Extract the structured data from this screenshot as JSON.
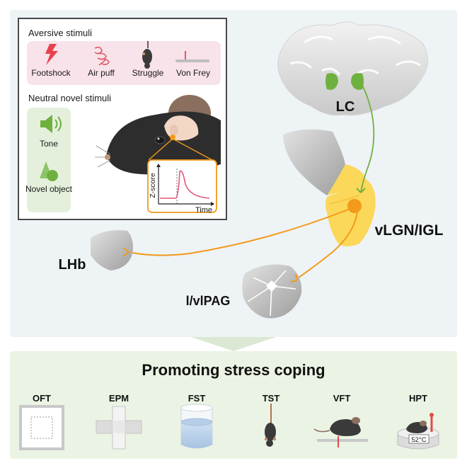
{
  "inset": {
    "aversive_title": "Aversive stimuli",
    "aversive_items": [
      "Footshock",
      "Air puff",
      "Struggle",
      "Von Frey"
    ],
    "neutral_title": "Neutral novel stimuli",
    "neutral_items": [
      "Tone",
      "Novel object"
    ],
    "graph": {
      "ylabel": "Z-score",
      "xlabel": "Time"
    }
  },
  "regions": {
    "lc": "LC",
    "vlgn": "vLGN/IGL",
    "lhb": "LHb",
    "pag": "l/vlPAG"
  },
  "bottom": {
    "title": "Promoting stress coping",
    "tests": [
      "OFT",
      "EPM",
      "FST",
      "TST",
      "VFT",
      "HPT"
    ],
    "hot_plate_temp": "52°C"
  },
  "colors": {
    "top_panel_bg": "#eef3f6",
    "bottom_panel_bg": "#ebf4e4",
    "aversive_bg": "#f8e3ea",
    "neutral_bg": "#e4f0dc",
    "orange": "#f39a1a",
    "yellow": "#fbd85a",
    "green": "#6fb13f",
    "gray_region": "#b9b9b9"
  }
}
